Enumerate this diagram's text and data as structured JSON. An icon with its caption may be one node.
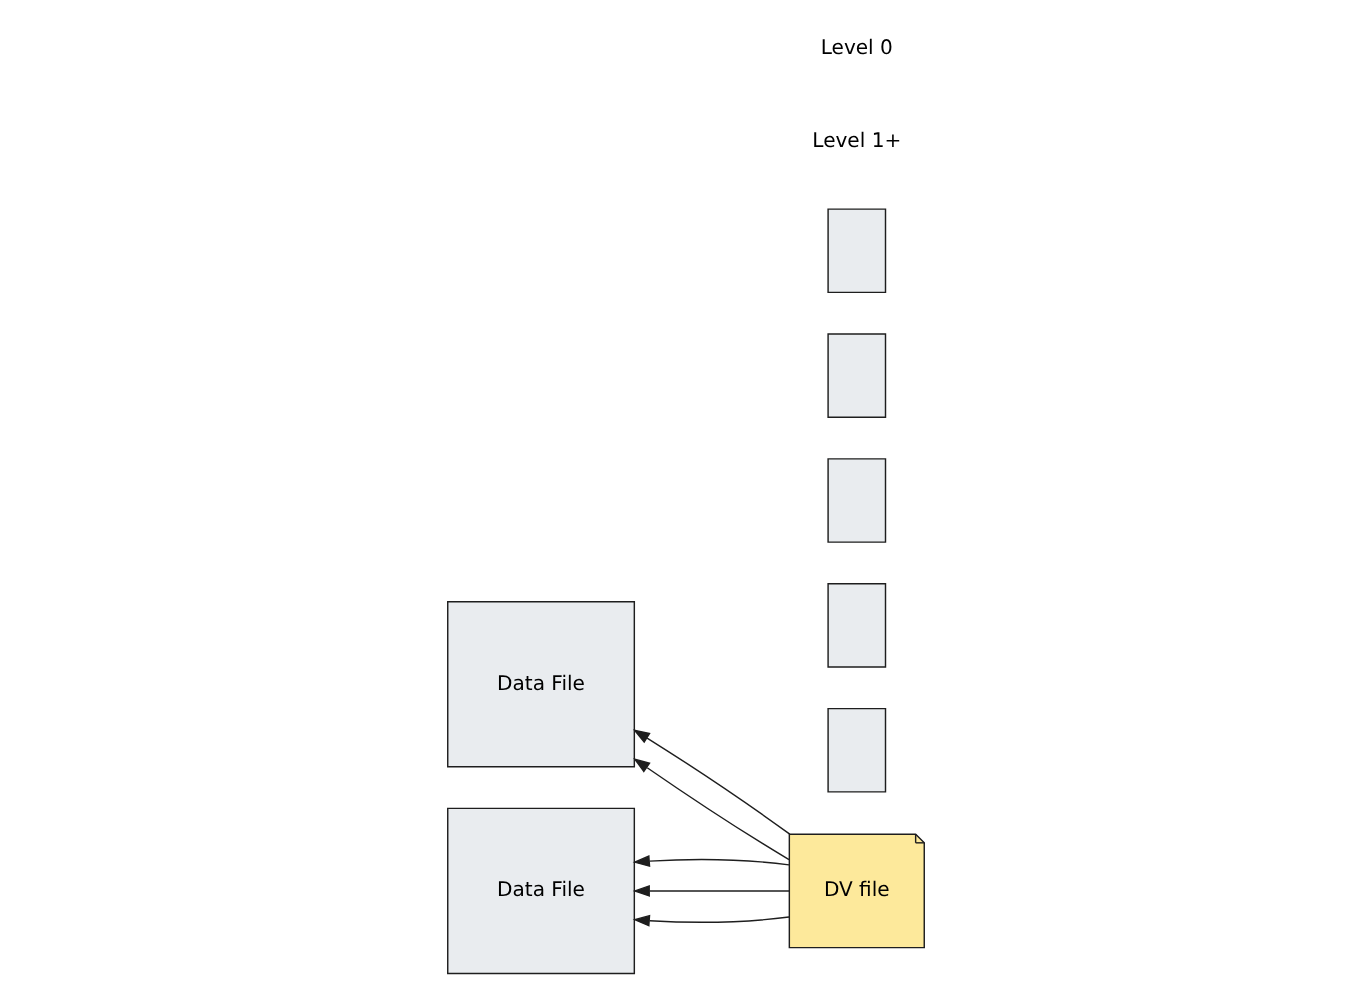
{
  "diagram": {
    "nodes": [
      {
        "text": [
          "Data File"
        ]
      },
      {
        "text": [
          "Data File"
        ]
      },
      {
        "text": [
          "DV file"
        ]
      },
      {
        "text": [],
        "shape": "box"
      },
      {
        "text": [],
        "shape": "box"
      },
      {
        "text": [],
        "shape": "box"
      },
      {
        "text": [],
        "shape": "box"
      },
      {
        "text": [],
        "shape": "box"
      }
    ],
    "edges": [
      {
        "from": 2,
        "to": 0,
        "arrow": "to"
      },
      {
        "from": 2,
        "to": 0,
        "arrow": "to"
      },
      {
        "from": 2,
        "to": 1,
        "arrow": "to"
      },
      {
        "from": 2,
        "to": 1,
        "arrow": "to"
      },
      {
        "from": 2,
        "to": 1,
        "arrow": "to"
      }
    ],
    "labels": [
      "Level 1+",
      "Level 0"
    ]
  }
}
